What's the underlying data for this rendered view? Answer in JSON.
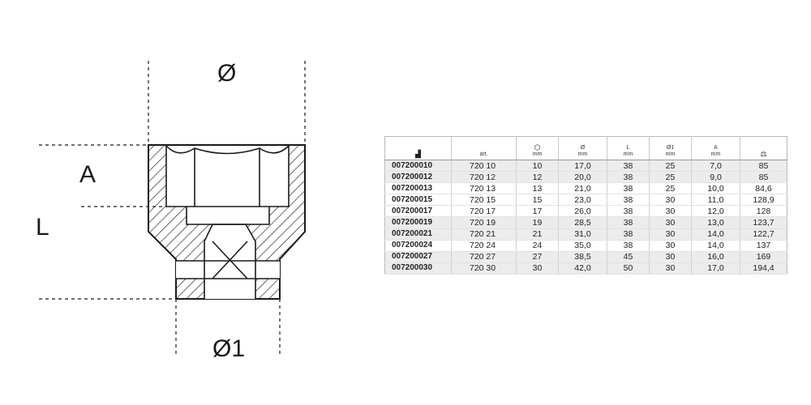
{
  "drawing": {
    "labels": {
      "diameter": "Ø",
      "a": "A",
      "l": "L",
      "diameter1": "Ø1"
    }
  },
  "table": {
    "headers": [
      {
        "icon": "code-icon",
        "glyph": "▟",
        "label": "",
        "unit": ""
      },
      {
        "icon": "",
        "glyph": "",
        "label": "art.",
        "unit": ""
      },
      {
        "icon": "hex-socket-icon",
        "glyph": "⬡",
        "label": "",
        "unit": "mm"
      },
      {
        "icon": "",
        "glyph": "",
        "label": "Ø",
        "unit": "mm"
      },
      {
        "icon": "",
        "glyph": "",
        "label": "L",
        "unit": "mm"
      },
      {
        "icon": "",
        "glyph": "",
        "label": "Ø1",
        "unit": "mm"
      },
      {
        "icon": "",
        "glyph": "",
        "label": "A",
        "unit": "mm"
      },
      {
        "icon": "weight-icon",
        "glyph": "⚖",
        "label": "",
        "unit": ""
      }
    ],
    "rows": [
      {
        "code": "007200010",
        "art": "720 10",
        "size": "10",
        "d": "17,0",
        "l": "38",
        "d1": "25",
        "a": "7,0",
        "weight": "85"
      },
      {
        "code": "007200012",
        "art": "720 12",
        "size": "12",
        "d": "20,0",
        "l": "38",
        "d1": "25",
        "a": "9,0",
        "weight": "85"
      },
      {
        "code": "007200013",
        "art": "720 13",
        "size": "13",
        "d": "21,0",
        "l": "38",
        "d1": "25",
        "a": "10,0",
        "weight": "84,6"
      },
      {
        "code": "007200015",
        "art": "720 15",
        "size": "15",
        "d": "23,0",
        "l": "38",
        "d1": "30",
        "a": "11,0",
        "weight": "128,9"
      },
      {
        "code": "007200017",
        "art": "720 17",
        "size": "17",
        "d": "26,0",
        "l": "38",
        "d1": "30",
        "a": "12,0",
        "weight": "128"
      },
      {
        "code": "007200019",
        "art": "720 19",
        "size": "19",
        "d": "28,5",
        "l": "38",
        "d1": "30",
        "a": "13,0",
        "weight": "123,7"
      },
      {
        "code": "007200021",
        "art": "720 21",
        "size": "21",
        "d": "31,0",
        "l": "38",
        "d1": "30",
        "a": "14,0",
        "weight": "122,7"
      },
      {
        "code": "007200024",
        "art": "720 24",
        "size": "24",
        "d": "35,0",
        "l": "38",
        "d1": "30",
        "a": "14,0",
        "weight": "137"
      },
      {
        "code": "007200027",
        "art": "720 27",
        "size": "27",
        "d": "38,5",
        "l": "45",
        "d1": "30",
        "a": "16,0",
        "weight": "169"
      },
      {
        "code": "007200030",
        "art": "720 30",
        "size": "30",
        "d": "42,0",
        "l": "50",
        "d1": "30",
        "a": "17,0",
        "weight": "194,4"
      }
    ],
    "shaded_rows": [
      0,
      1,
      5,
      6,
      8,
      9
    ]
  },
  "colors": {
    "line": "#1a1a1a",
    "shade": "#ececec"
  }
}
